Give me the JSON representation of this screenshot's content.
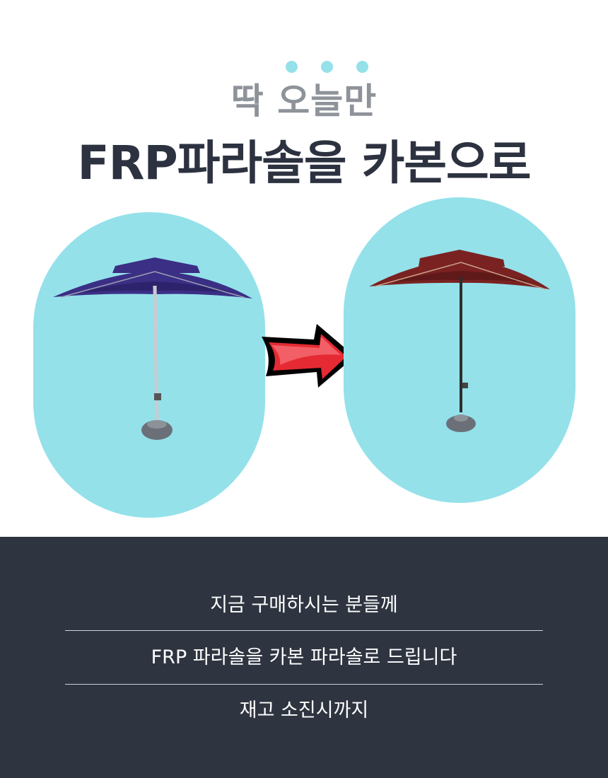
{
  "header": {
    "subtitle": "딱 오늘만",
    "title": "FRP파라솔을 카본으로"
  },
  "colors": {
    "accent": "#94e1ea",
    "subtitle": "#8e939a",
    "title": "#2d3240",
    "panel_bg": "#2e3440",
    "divider": "#cfd3da",
    "umbrella_before": "#3b2f85",
    "umbrella_after": "#7a2222",
    "arrow": "#e52a33"
  },
  "offer": {
    "lines": [
      "지금 구매하시는 분들께",
      "FRP 파라솔을 카본 파라솔로 드립니다",
      "재고 소진시까지"
    ]
  }
}
